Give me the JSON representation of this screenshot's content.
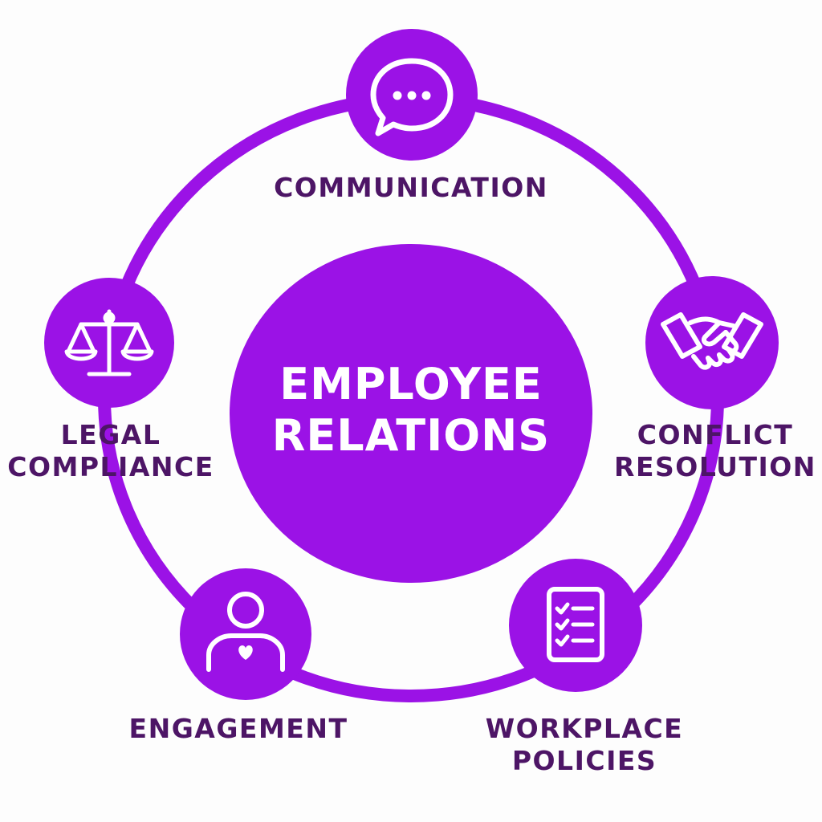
{
  "center": {
    "line1": "EMPLOYEE",
    "line2": "RELATIONS"
  },
  "nodes": [
    {
      "icon": "chat-bubble-icon",
      "label_lines": [
        "COMMUNICATION"
      ]
    },
    {
      "icon": "handshake-icon",
      "label_lines": [
        "CONFLICT",
        "RESOLUTION"
      ]
    },
    {
      "icon": "checklist-icon",
      "label_lines": [
        "WORKPLACE",
        "POLICIES"
      ]
    },
    {
      "icon": "person-heart-icon",
      "label_lines": [
        "ENGAGEMENT"
      ]
    },
    {
      "icon": "scales-icon",
      "label_lines": [
        "LEGAL",
        "COMPLIANCE"
      ]
    }
  ],
  "colors": {
    "accent": "#9b12e6",
    "label_text": "#4d1566",
    "icon_stroke": "#ffffff",
    "background": "#fdfdfd"
  }
}
